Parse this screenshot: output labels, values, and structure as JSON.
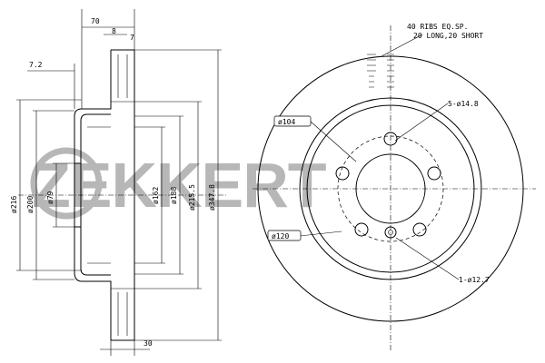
{
  "watermark": {
    "text": "ZEKKERT",
    "color": "#b7b7b7"
  },
  "side_view": {
    "dimensions": {
      "width_total": "70",
      "offset_a": "8",
      "offset_b": "7",
      "hat_offset": "7.2",
      "dia_216": "ø216",
      "dia_200": "ø200",
      "dia_79": "ø79",
      "dia_162": "ø162",
      "dia_188": "ø188",
      "dia_215_5": "ø215.5",
      "dia_347_8": "ø347.8",
      "thickness": "30"
    }
  },
  "front_view": {
    "notes": {
      "ribs_line1": "40 RIBS EQ.SP.",
      "ribs_line2": "20 LONG,20 SHORT",
      "bolt_holes": "5-ø14.8",
      "pcd": "ø104",
      "centering": "ø120",
      "pin_hole": "1-ø12.7"
    }
  }
}
